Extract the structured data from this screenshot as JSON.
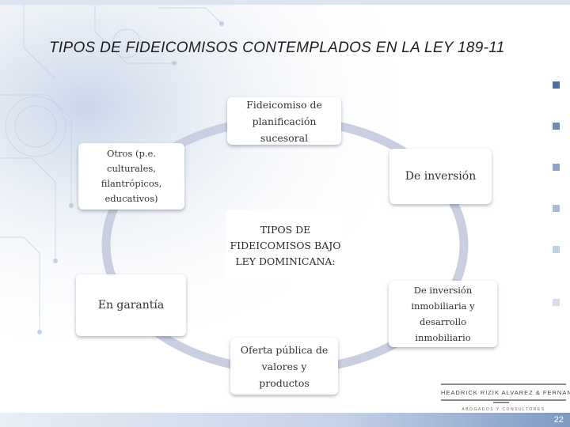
{
  "slide": {
    "title": "TIPOS DE FIDEICOMISOS CONTEMPLADOS EN LA LEY 189-11",
    "page_number": "22"
  },
  "diagram": {
    "center": "TIPOS DE FIDEICOMISOS BAJO LEY DOMINICANA:",
    "nodes": {
      "top": "Fideicomiso de planificación sucesoral",
      "upper_right": "De inversión",
      "lower_right": "De inversión inmobiliaria y desarrollo inmobiliario",
      "bottom": "Oferta pública de valores y productos",
      "lower_left": "En garantía",
      "upper_left": "Otros (p.e. culturales, filantrópicos, educativos)"
    },
    "colors": {
      "ring": "#c9cee0",
      "node_border": "#2f4a73",
      "accent": "#7f99c2"
    }
  },
  "logo": {
    "name": "HEADRICK RIZIK ALVAREZ & FERNANDEZ",
    "subtitle": "ABOGADOS Y CONSULTORES"
  }
}
